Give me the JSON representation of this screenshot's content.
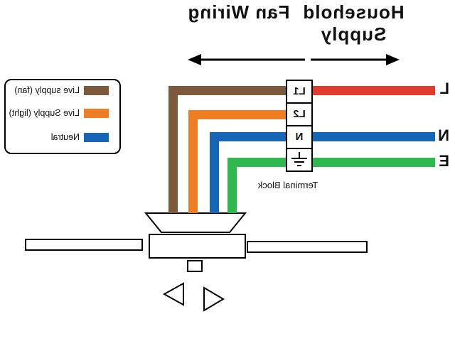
{
  "titles": {
    "household": "Household",
    "supply": "Supply",
    "fan_wiring": "Fan Wiring"
  },
  "supply_side": {
    "live_label": "L",
    "neutral_label": "N",
    "earth_label": "E"
  },
  "terminal_block": {
    "label": "Terminal Block",
    "cell_1": "L1",
    "cell_2": "L2",
    "cell_3": "N",
    "cell_4_icon": "earth-ground-symbol"
  },
  "legend": {
    "items": [
      {
        "label": "Live supply (fan)",
        "color": "#7d5a3c"
      },
      {
        "label": "Live Supply (light)",
        "color": "#ef7d23"
      },
      {
        "label": "Neutral",
        "color": "#1666b8"
      }
    ]
  },
  "colors": {
    "live_red": "#e23b2e",
    "neutral_blue": "#1666b8",
    "earth_green": "#2eb84d",
    "fan_brown": "#7d5a3c",
    "light_orange": "#ef7d23",
    "outline_black": "#000000"
  },
  "icons": {
    "arrow_left": "arrow-left-icon",
    "arrow_right": "arrow-right-icon"
  }
}
